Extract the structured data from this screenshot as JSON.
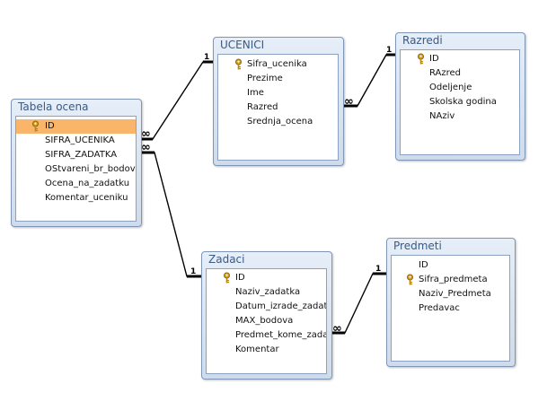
{
  "tables": {
    "tabela_ocena": {
      "title": "Tabela ocena",
      "fields": [
        "ID",
        "SIFRA_UCENIKA",
        "SIFRA_ZADATKA",
        "OStvareni_br_bodova",
        "Ocena_na_zadatku",
        "Komentar_uceniku"
      ]
    },
    "ucenici": {
      "title": "UCENICI",
      "fields": [
        "Sifra_ucenika",
        "Prezime",
        "Ime",
        "Razred",
        "Srednja_ocena"
      ]
    },
    "razredi": {
      "title": "Razredi",
      "fields": [
        "ID",
        "RAzred",
        "Odeljenje",
        "Skolska godina",
        "NAziv"
      ]
    },
    "zadaci": {
      "title": "Zadaci",
      "fields": [
        "ID",
        "Naziv_zadatka",
        "Datum_izrade_zadatka",
        "MAX_bodova",
        "Predmet_kome_zadatak",
        "Komentar"
      ]
    },
    "predmeti": {
      "title": "Predmeti",
      "fields": [
        "ID",
        "Sifra_predmeta",
        "Naziv_Predmeta",
        "Predavac"
      ]
    }
  },
  "relationships": {
    "one_label": "1",
    "many_label": "∞"
  },
  "colors": {
    "selected_row": "#f9b56a",
    "title_text": "#3b5a82",
    "border": "#7f97b5"
  },
  "icons": [
    "primary-key-icon",
    "scrollbar"
  ]
}
